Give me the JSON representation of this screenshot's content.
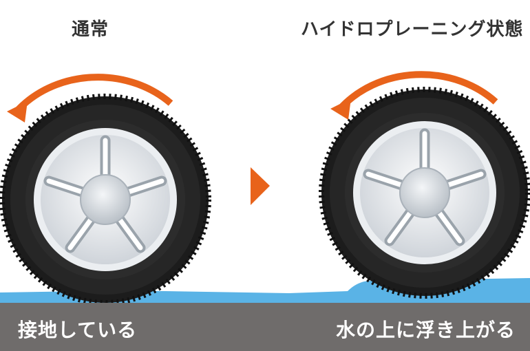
{
  "left": {
    "title": "通常",
    "caption": "接地している"
  },
  "right": {
    "title": "ハイドロプレーニング状態",
    "caption": "水の上に浮き上がる"
  },
  "colors": {
    "arrow": "#e8631b",
    "water": "#5ab3e6",
    "ground": "#6f6c6b",
    "tire": "#1c1c1c",
    "rim": "#d5dadf"
  },
  "icons": [
    "rotation-arrow-icon",
    "tire-icon",
    "next-arrow-icon"
  ]
}
